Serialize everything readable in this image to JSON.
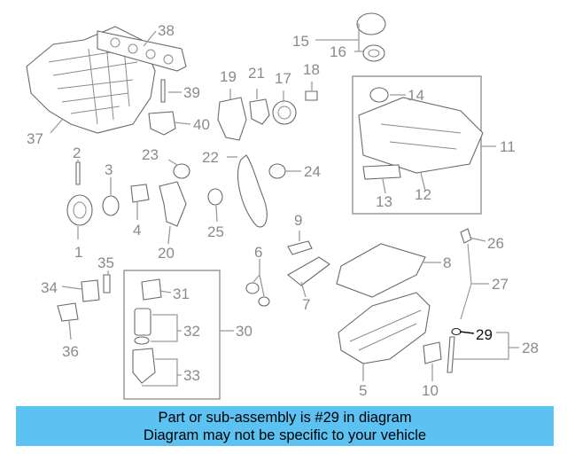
{
  "diagram": {
    "highlighted_part": "29",
    "part_numbers": [
      "1",
      "2",
      "3",
      "4",
      "5",
      "6",
      "7",
      "8",
      "9",
      "10",
      "11",
      "12",
      "13",
      "14",
      "15",
      "16",
      "17",
      "18",
      "19",
      "20",
      "21",
      "22",
      "23",
      "24",
      "25",
      "26",
      "27",
      "28",
      "29",
      "30",
      "31",
      "32",
      "33",
      "34",
      "35",
      "36",
      "37",
      "38",
      "39",
      "40"
    ]
  },
  "banner": {
    "line1": "Part or sub-assembly is #29 in diagram",
    "line2": "Diagram may not be specific to your vehicle",
    "color": "#5bc2f2"
  }
}
